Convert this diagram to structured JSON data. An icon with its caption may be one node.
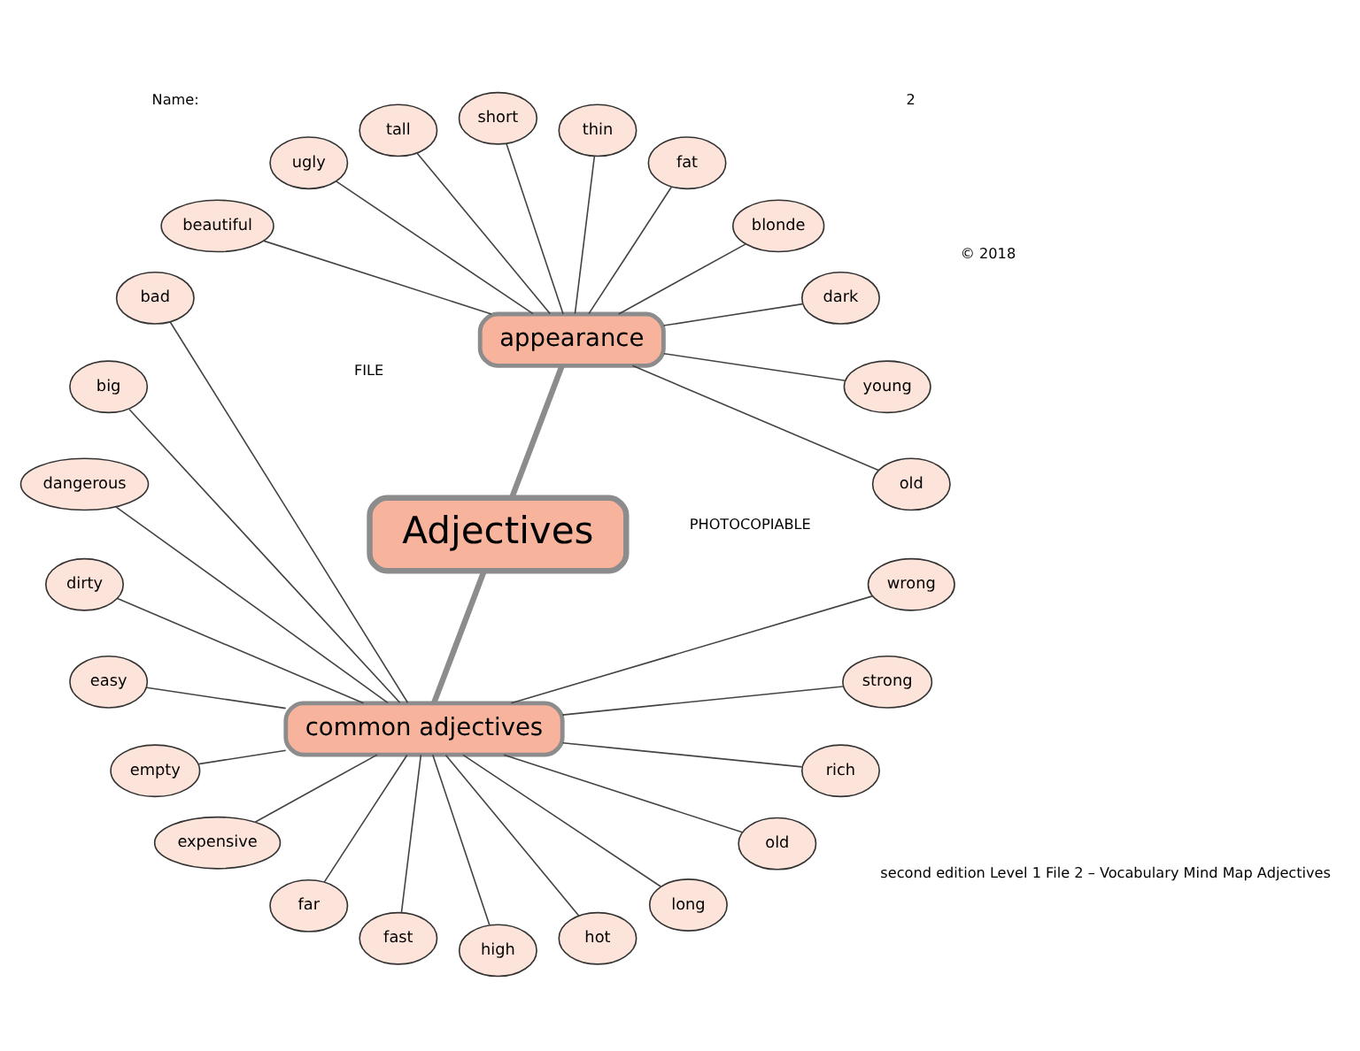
{
  "diagram": {
    "nodes": [
      {
        "text": [
          "Adjectives"
        ]
      },
      {
        "text": [
          "appearance"
        ]
      },
      {
        "text": [
          "common adjectives"
        ]
      },
      {
        "text": [
          "old"
        ]
      },
      {
        "text": [
          "young"
        ]
      },
      {
        "text": [
          "dark"
        ]
      },
      {
        "text": [
          "blonde"
        ]
      },
      {
        "text": [
          "fat"
        ]
      },
      {
        "text": [
          "thin"
        ]
      },
      {
        "text": [
          "short"
        ]
      },
      {
        "text": [
          "tall"
        ]
      },
      {
        "text": [
          "ugly"
        ]
      },
      {
        "text": [
          "beautiful"
        ]
      },
      {
        "text": [
          "bad"
        ]
      },
      {
        "text": [
          "big"
        ]
      },
      {
        "text": [
          "dangerous"
        ]
      },
      {
        "text": [
          "dirty"
        ]
      },
      {
        "text": [
          "easy"
        ]
      },
      {
        "text": [
          "empty"
        ]
      },
      {
        "text": [
          "expensive"
        ]
      },
      {
        "text": [
          "far"
        ]
      },
      {
        "text": [
          "fast"
        ]
      },
      {
        "text": [
          "high"
        ]
      },
      {
        "text": [
          "hot"
        ]
      },
      {
        "text": [
          "long"
        ]
      },
      {
        "text": [
          "old"
        ]
      },
      {
        "text": [
          "rich"
        ]
      },
      {
        "text": [
          "strong"
        ]
      },
      {
        "text": [
          "wrong"
        ]
      }
    ],
    "edges": [
      {
        "from": 0,
        "to": 1,
        "arrow": "none",
        "style": "thick"
      },
      {
        "from": 0,
        "to": 2,
        "arrow": "none",
        "style": "thick"
      },
      {
        "from": 1,
        "to": 3,
        "arrow": "none"
      },
      {
        "from": 1,
        "to": 4,
        "arrow": "none"
      },
      {
        "from": 1,
        "to": 5,
        "arrow": "none"
      },
      {
        "from": 1,
        "to": 6,
        "arrow": "none"
      },
      {
        "from": 1,
        "to": 7,
        "arrow": "none"
      },
      {
        "from": 1,
        "to": 8,
        "arrow": "none"
      },
      {
        "from": 1,
        "to": 9,
        "arrow": "none"
      },
      {
        "from": 1,
        "to": 10,
        "arrow": "none"
      },
      {
        "from": 1,
        "to": 11,
        "arrow": "none"
      },
      {
        "from": 1,
        "to": 12,
        "arrow": "none"
      },
      {
        "from": 2,
        "to": 13,
        "arrow": "none"
      },
      {
        "from": 2,
        "to": 14,
        "arrow": "none"
      },
      {
        "from": 2,
        "to": 15,
        "arrow": "none"
      },
      {
        "from": 2,
        "to": 16,
        "arrow": "none"
      },
      {
        "from": 2,
        "to": 17,
        "arrow": "none"
      },
      {
        "from": 2,
        "to": 18,
        "arrow": "none"
      },
      {
        "from": 2,
        "to": 19,
        "arrow": "none"
      },
      {
        "from": 2,
        "to": 20,
        "arrow": "none"
      },
      {
        "from": 2,
        "to": 21,
        "arrow": "none"
      },
      {
        "from": 2,
        "to": 22,
        "arrow": "none"
      },
      {
        "from": 2,
        "to": 23,
        "arrow": "none"
      },
      {
        "from": 2,
        "to": 24,
        "arrow": "none"
      },
      {
        "from": 2,
        "to": 25,
        "arrow": "none"
      },
      {
        "from": 2,
        "to": 26,
        "arrow": "none"
      },
      {
        "from": 2,
        "to": 27,
        "arrow": "none"
      },
      {
        "from": 2,
        "to": 28,
        "arrow": "none"
      }
    ],
    "labels": [
      "FILE",
      "2",
      "Name:",
      "PHOTOCOPIABLE",
      "© 2018",
      "second edition Level 1 File 2 – Vocabulary Mind Map Adjectives"
    ]
  }
}
